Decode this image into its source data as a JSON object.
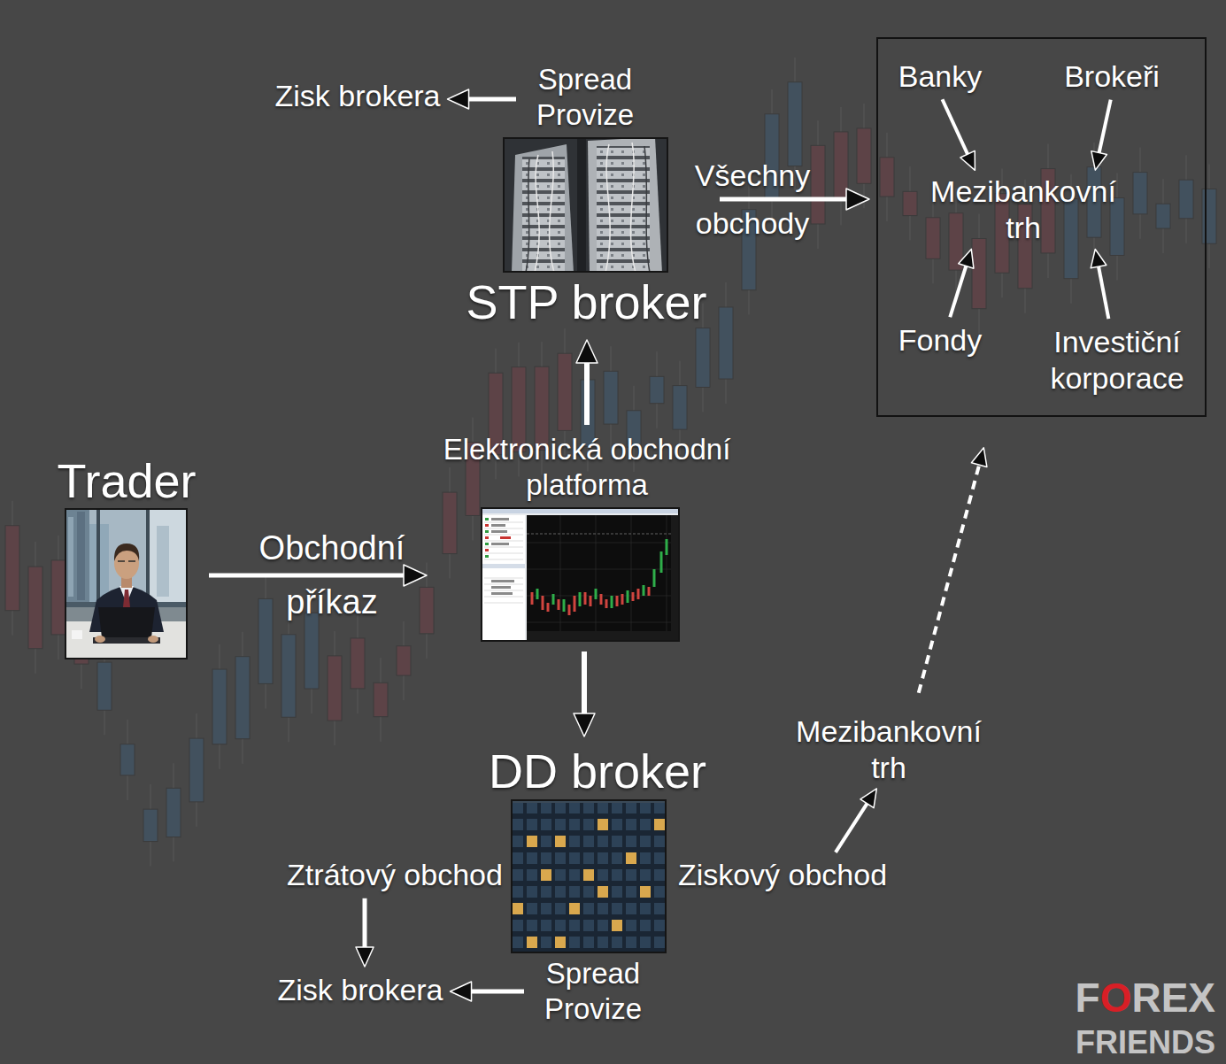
{
  "diagram": {
    "nodes": [
      {
        "text": [
          "Zisk brokera"
        ]
      },
      {
        "text": [
          "Spread Provize"
        ]
      },
      {
        "text": [
          "STP broker"
        ]
      },
      {
        "text": []
      },
      {
        "text": [
          "Banky"
        ],
        "in": 3
      },
      {
        "text": [
          "Brokeři"
        ],
        "in": 3
      },
      {
        "text": [
          "Mezibankovní trh"
        ],
        "in": 3
      },
      {
        "text": [
          "Fondy"
        ],
        "in": 3
      },
      {
        "text": [
          "Investiční korporace"
        ],
        "in": 3
      },
      {
        "text": [
          "Trader"
        ]
      },
      {
        "text": [
          "Elektronická obchodní platforma"
        ]
      },
      {
        "text": [
          "Mezibankovní trh"
        ]
      },
      {
        "text": [
          "DD broker"
        ]
      },
      {
        "text": [
          "Ztrátový obchod"
        ]
      },
      {
        "text": [
          "Ziskový obchod"
        ]
      },
      {
        "text": [
          "Zisk brokera"
        ]
      },
      {
        "text": [
          "Spread Provize"
        ]
      }
    ],
    "edges": [
      {
        "from": 9,
        "to": 10,
        "label": "Obchodní příkaz",
        "arrow": "to"
      },
      {
        "from": 10,
        "to": 2,
        "arrow": "to"
      },
      {
        "from": 1,
        "to": 0,
        "arrow": "to"
      },
      {
        "from": 2,
        "to": 3,
        "label": "Všechny obchody",
        "arrow": "to"
      },
      {
        "from": 4,
        "to": 6,
        "arrow": "to"
      },
      {
        "from": 5,
        "to": 6,
        "arrow": "to"
      },
      {
        "from": 7,
        "to": 6,
        "arrow": "to"
      },
      {
        "from": 8,
        "to": 6,
        "arrow": "to"
      },
      {
        "from": 10,
        "to": 12,
        "arrow": "to"
      },
      {
        "from": 14,
        "to": 11,
        "arrow": "to"
      },
      {
        "from": 11,
        "to": 3,
        "arrow": "to"
      },
      {
        "from": 13,
        "to": 15,
        "arrow": "to"
      },
      {
        "from": 16,
        "to": 15,
        "arrow": "to"
      }
    ],
    "labels": [
      "FOREX",
      "FRIENDS"
    ]
  }
}
